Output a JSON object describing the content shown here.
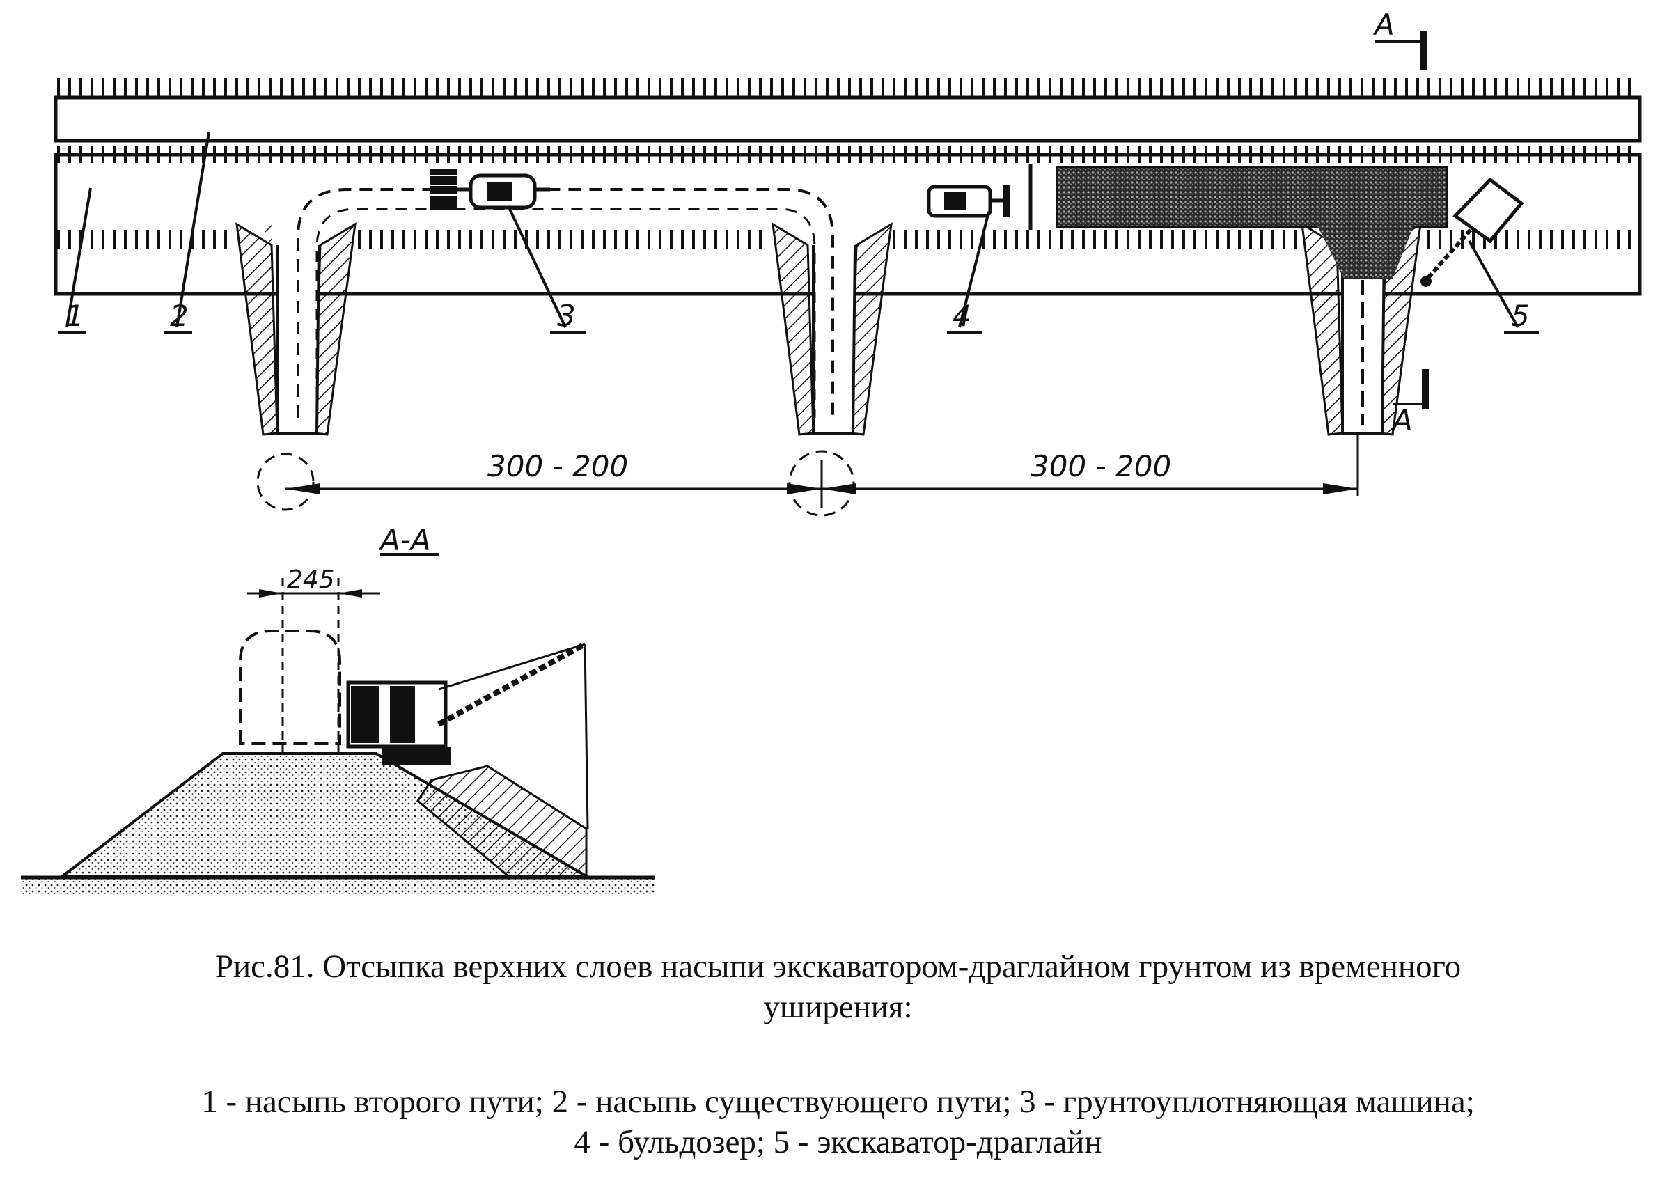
{
  "section_marks": {
    "top": "A",
    "bottom": "A",
    "section_title": "A-A"
  },
  "callouts": [
    "1",
    "2",
    "3",
    "4",
    "5"
  ],
  "dimensions": {
    "span_left": "300 - 200",
    "span_right": "300 - 200",
    "width": "245"
  },
  "caption": {
    "title_line1": "Рис.81. Отсыпка верхних слоев насыпи экскаватором-драглайном грунтом из временного",
    "title_line2": "уширения:",
    "legend_line1": "1 - насыпь второго пути; 2 - насыпь существующего пути; 3 - грунтоуплотняющая машина;",
    "legend_line2": "4 - бульдозер; 5 - экскаватор-драглайн"
  }
}
